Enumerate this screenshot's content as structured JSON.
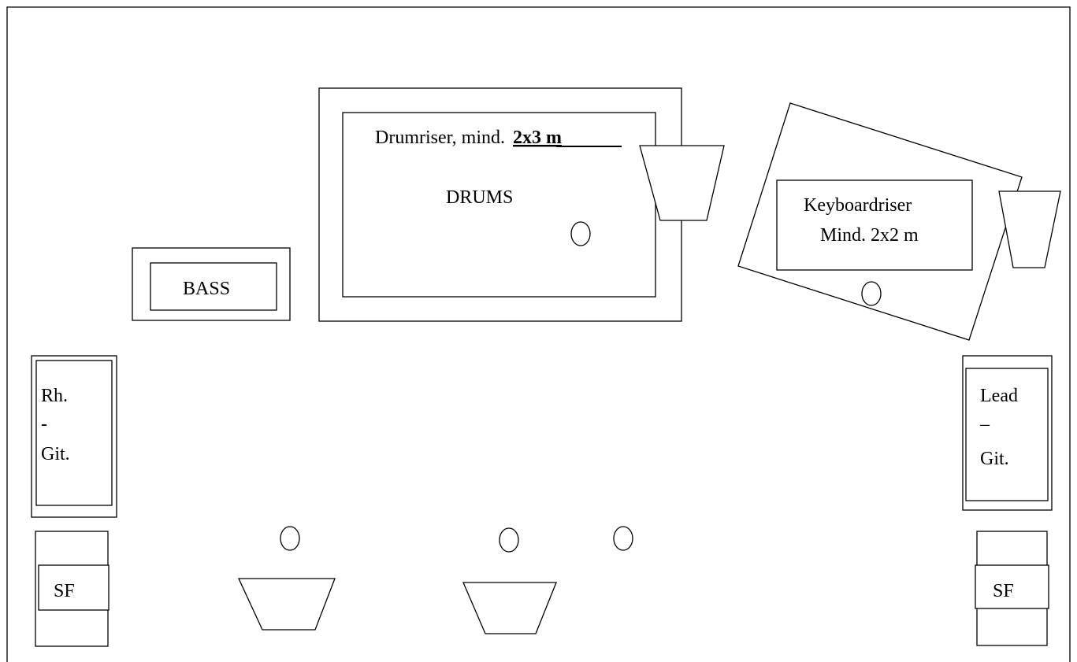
{
  "drum_riser": {
    "label_prefix": "Drumriser, mind.",
    "label_size": "2x3 m",
    "drums_label": "DRUMS"
  },
  "keyboard_riser": {
    "line1": "Keyboardriser",
    "line2": "Mind. 2x2 m"
  },
  "bass": {
    "label": "BASS"
  },
  "rhythm_guitar": {
    "line1": "Rh.",
    "line2": "-",
    "line3": "Git."
  },
  "lead_guitar": {
    "line1": "Lead",
    "line2": "–",
    "line3": "Git."
  },
  "sidefill_left": {
    "label": "SF"
  },
  "sidefill_right": {
    "label": "SF"
  }
}
